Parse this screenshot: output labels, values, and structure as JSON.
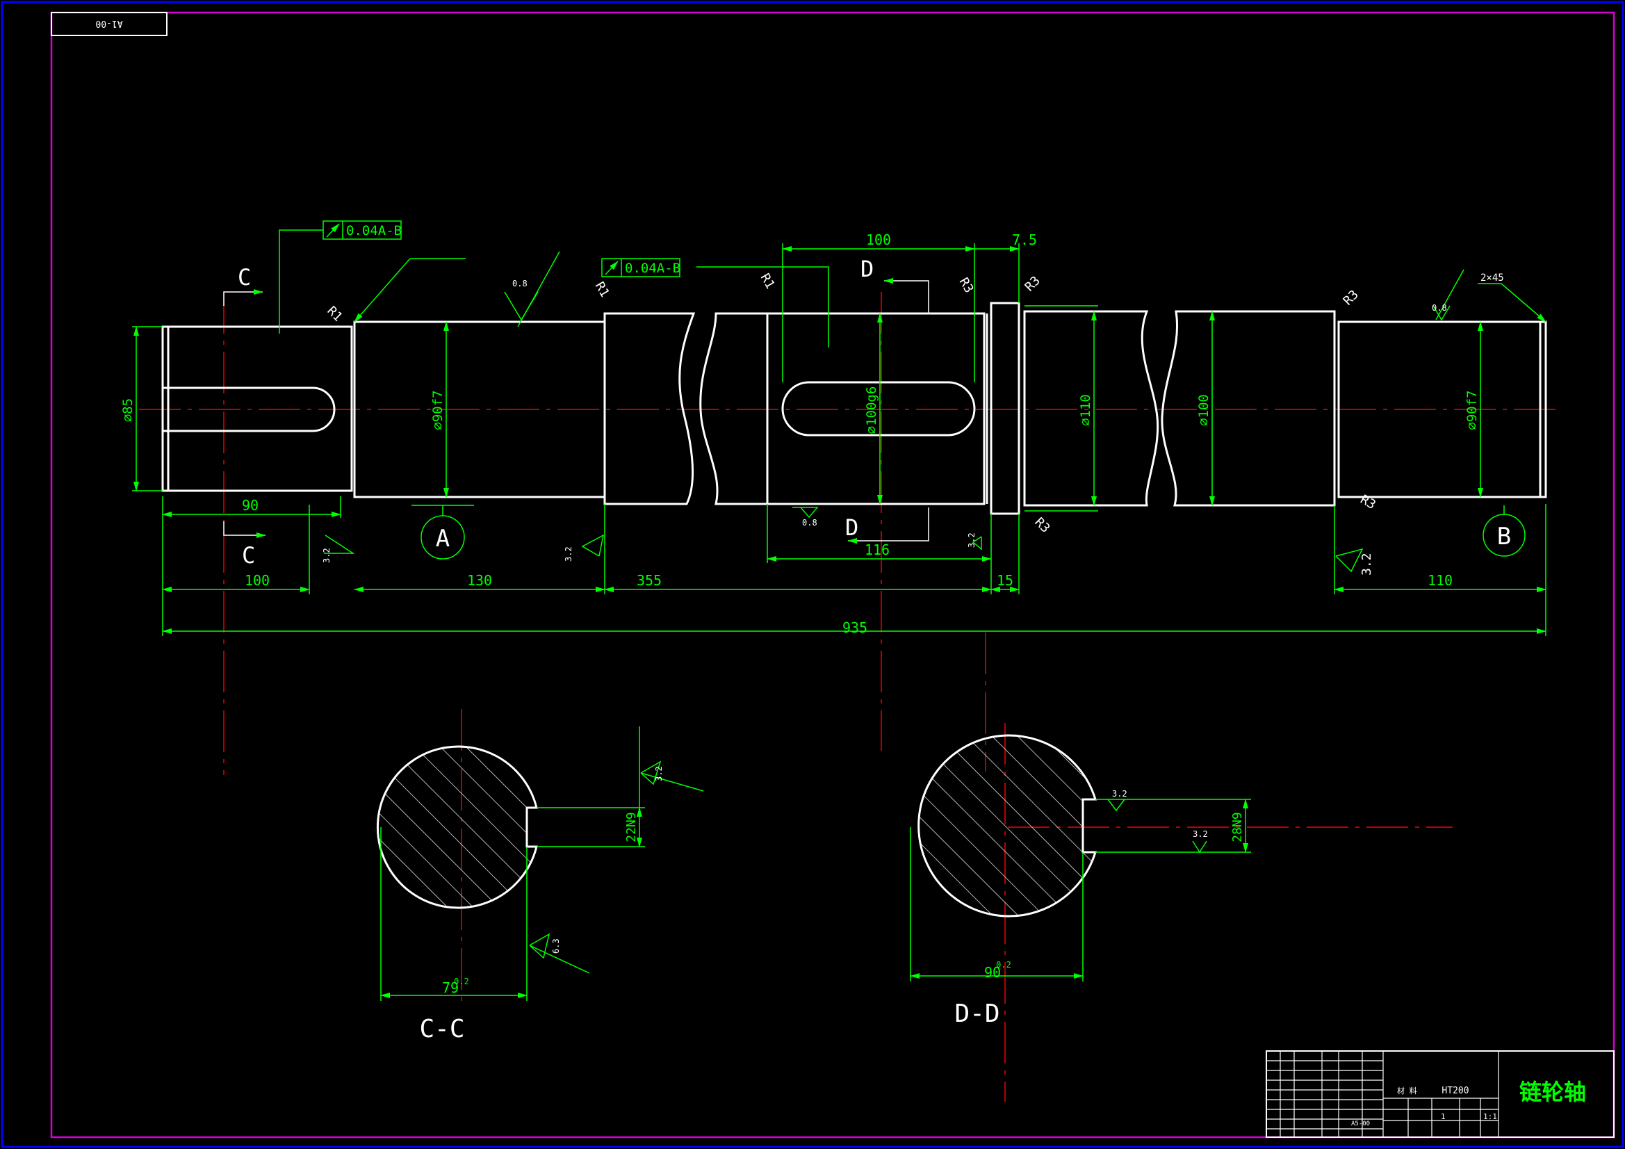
{
  "sheet": {
    "code": "A1-00"
  },
  "tolerances": {
    "runout1": "0.04A-B",
    "runout2": "0.04A-B"
  },
  "section_marks": {
    "c": "C",
    "d": "D"
  },
  "datums": {
    "a": "A",
    "b": "B"
  },
  "radii": {
    "r1_left": "R1",
    "r1_mid": "R1",
    "r1_key": "R1",
    "r3_a": "R3",
    "r3_b": "R3",
    "r3_c": "R3",
    "r3_d": "R3",
    "r3_e": "R3"
  },
  "diameters": {
    "d85": "⌀85",
    "d90": "⌀90f7",
    "d100g6": "⌀100g6",
    "d110": "⌀110",
    "d100": "⌀100",
    "d90_right": "⌀90f7"
  },
  "lengths": {
    "l90": "90",
    "l100_top": "100",
    "l7_5": "7.5",
    "l116": "116",
    "l100": "100",
    "l130": "130",
    "l355": "355",
    "l15": "15",
    "l110": "110",
    "l935": "935"
  },
  "roughness": {
    "r08_a": "0.8",
    "r08_b": "0.8",
    "r08_c": "0.8",
    "r32_a": "3.2",
    "r32_b": "3.2",
    "r32_c": "3.2",
    "r32_d": "3.2",
    "r32_e": "3.2",
    "r32_f": "3.2",
    "r32_g": "3.2",
    "r63": "6.3"
  },
  "chamfer": "2×45",
  "sections": {
    "cc_label": "C-C",
    "cc_dim": "79",
    "cc_tol": "0.2",
    "cc_key": "22N9",
    "dd_label": "D-D",
    "dd_dim": "90",
    "dd_tol": "0.2",
    "dd_key": "28N9"
  },
  "title_block": {
    "material": "HT200",
    "material_label": "材 料",
    "scale": "1:1",
    "qty": "1",
    "part_name": "链轮轴",
    "std_code": "A5-00"
  },
  "colors": {
    "frame": "#d400d4",
    "outline": "#ffffff",
    "dim": "#00ff00",
    "center": "#ff0000",
    "border": "#0000ff"
  }
}
